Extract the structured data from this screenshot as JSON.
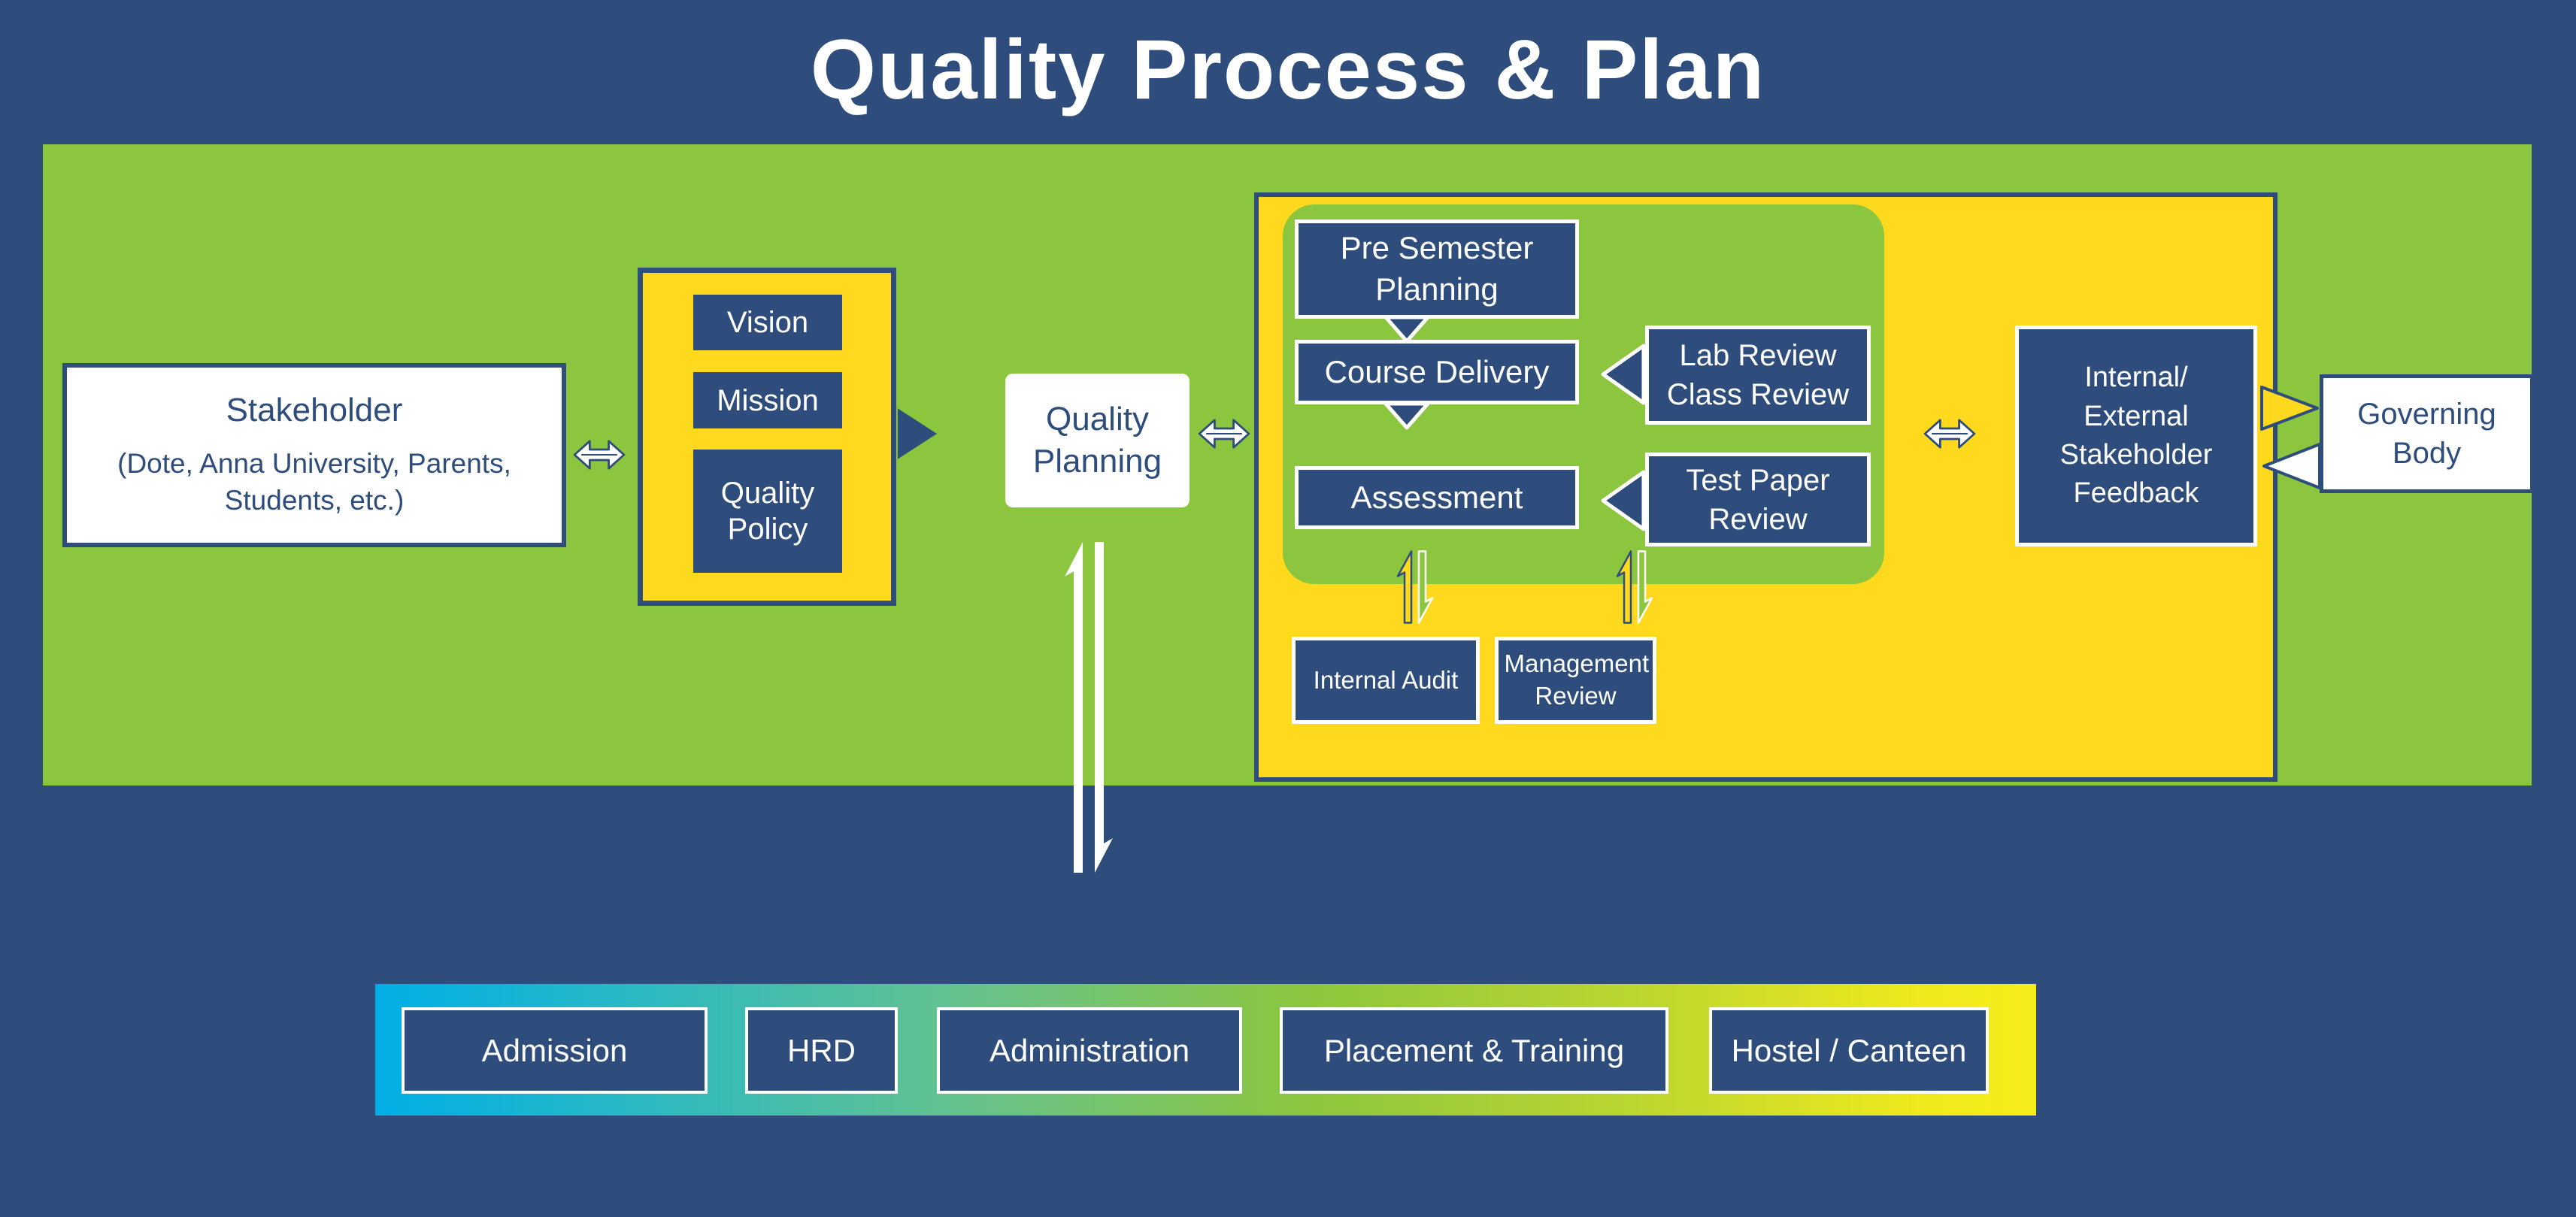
{
  "title": "Quality Process & Plan",
  "colors": {
    "navy": "#2E4D7C",
    "green": "#8CC63E",
    "yellow": "#FFD91E",
    "cyan": "#00AEE6",
    "lemon": "#F7EE19",
    "white": "#FFFFFF"
  },
  "stakeholder": {
    "title": "Stakeholder",
    "subtitle_line1": "(Dote, Anna University, Parents,",
    "subtitle_line2": "Students, etc.)"
  },
  "foundation": {
    "items": [
      "Vision",
      "Mission",
      "Quality Policy"
    ]
  },
  "quality_planning": {
    "label": "Quality Planning"
  },
  "process": {
    "flow": [
      "Pre Semester Planning",
      "Course Delivery",
      "Assessment"
    ],
    "reviews": [
      "Lab Review Class Review",
      "Test Paper Review"
    ],
    "audit": [
      "Internal Audit",
      "Management Review"
    ],
    "feedback": "Internal/ External Stakeholder Feedback"
  },
  "governing_body": "Governing Body",
  "departments": [
    "Admission",
    "HRD",
    "Administration",
    "Placement & Training",
    "Hostel / Canteen"
  ],
  "icons": {
    "exchange": "double-horizontal-arrow",
    "flow_down": "down-triangle-arrow",
    "review_left": "left-triangle-arrow",
    "forward": "right-triangle-arrow",
    "audit_cycle": "up-down-half-arrows",
    "deploy": "tall-up-down-double-arrow"
  }
}
